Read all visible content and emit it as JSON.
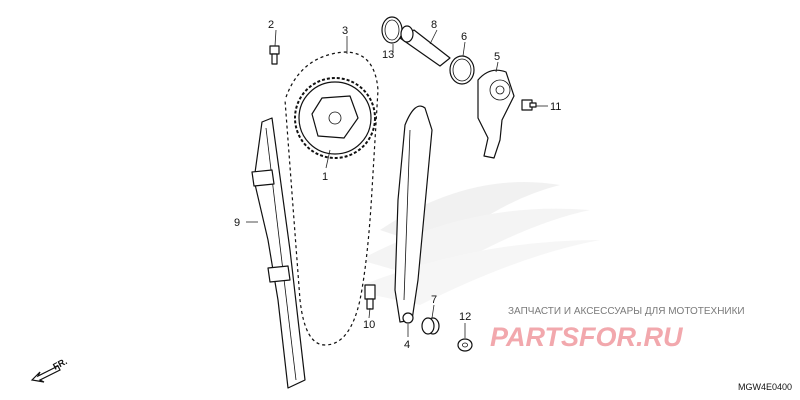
{
  "parts": [
    {
      "id": "1",
      "label": "1"
    },
    {
      "id": "2",
      "label": "2"
    },
    {
      "id": "3",
      "label": "3"
    },
    {
      "id": "4",
      "label": "4"
    },
    {
      "id": "5",
      "label": "5"
    },
    {
      "id": "6",
      "label": "6"
    },
    {
      "id": "7",
      "label": "7"
    },
    {
      "id": "8",
      "label": "8"
    },
    {
      "id": "9",
      "label": "9"
    },
    {
      "id": "10",
      "label": "10"
    },
    {
      "id": "11",
      "label": "11"
    },
    {
      "id": "12",
      "label": "12"
    },
    {
      "id": "13",
      "label": "13"
    }
  ],
  "watermark": {
    "tagline": "ЗАПЧАСТИ И АКСЕССУАРЫ ДЛЯ МОТОТЕХНИКИ",
    "logo": "PARTSFOR.RU",
    "logo_color": "#f2a8ad"
  },
  "direction_label": "FR.",
  "diagram_code": "MGW4E0400"
}
